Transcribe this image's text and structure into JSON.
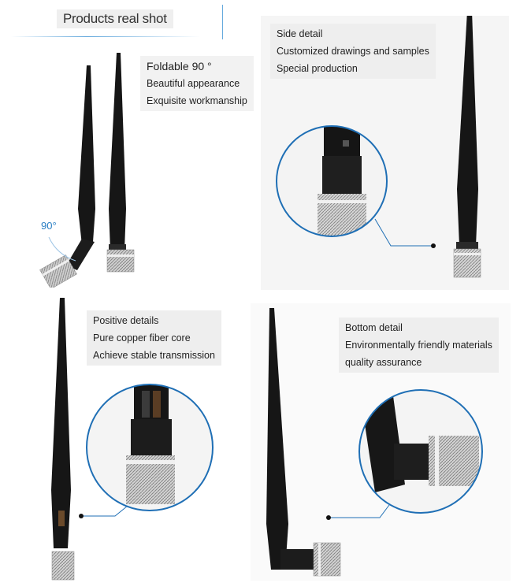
{
  "header": {
    "title": "Products real shot"
  },
  "panels": {
    "top_left": {
      "lines": [
        "Foldable 90 °",
        "Beautiful appearance",
        "Exquisite workmanship"
      ],
      "angle": "90°"
    },
    "top_right": {
      "lines": [
        "Side detail",
        "Customized drawings and samples",
        "Special production"
      ]
    },
    "bottom_left": {
      "lines": [
        "Positive details",
        "Pure copper fiber core",
        "Achieve stable transmission"
      ]
    },
    "bottom_right": {
      "lines": [
        "Bottom detail",
        "Environmentally friendly materials",
        "quality assurance"
      ]
    }
  },
  "colors": {
    "accent": "#1f6fb5",
    "rubber": "#141414",
    "metal": "#c9c9c9"
  }
}
